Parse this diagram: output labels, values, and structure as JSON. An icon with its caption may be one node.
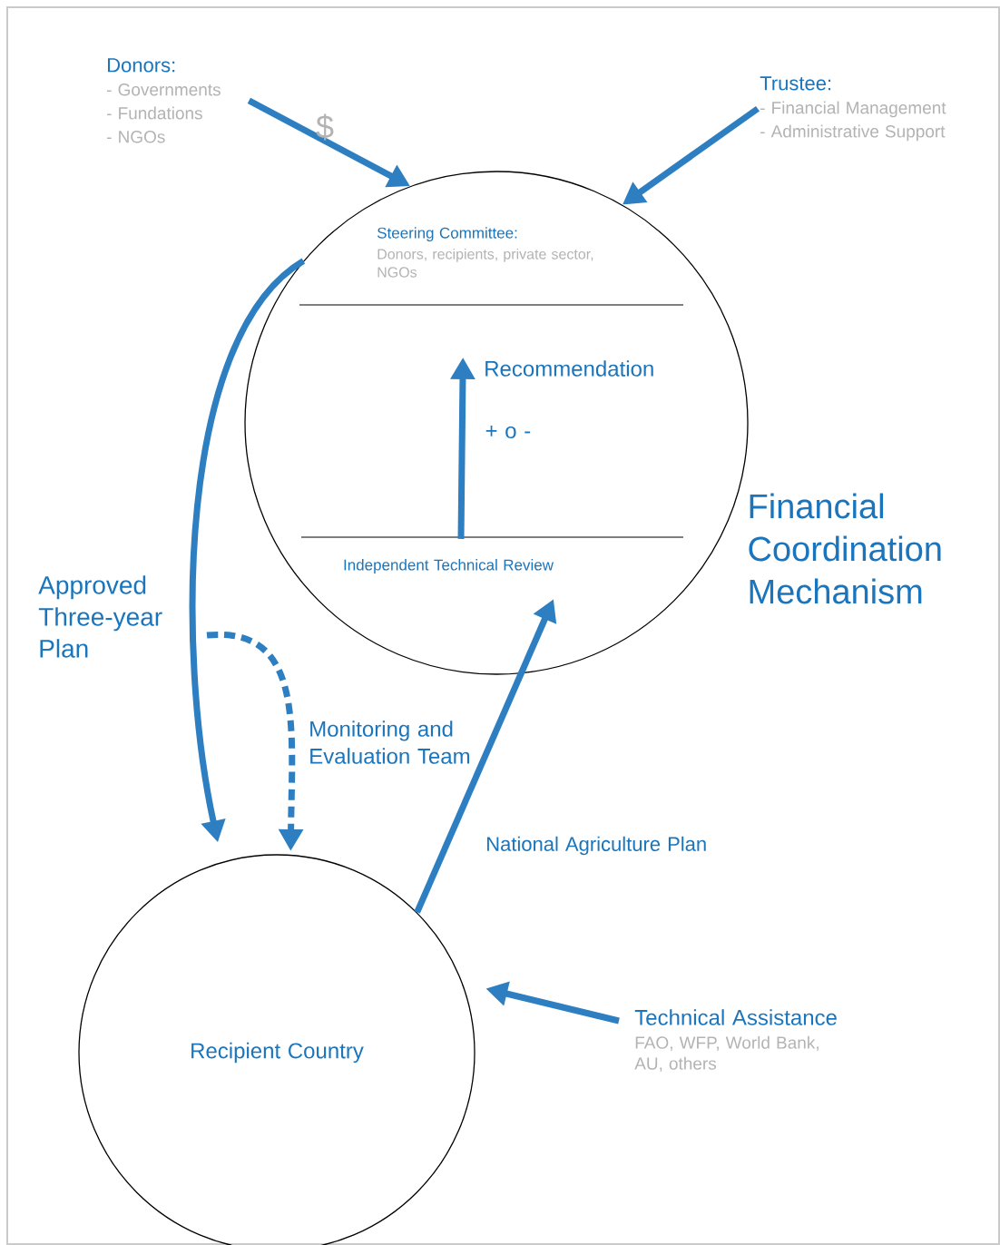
{
  "diagram": {
    "nodes": [
      {
        "text": [
          "Donors:",
          "- Governments",
          "- Fundations",
          "- NGOs"
        ]
      },
      {
        "text": [
          "Trustee:",
          "- Financial Management",
          "- Administrative Support"
        ]
      },
      {
        "text": [],
        "shape": "circle",
        "beside": [
          "Financial Coordination Mechanism"
        ]
      },
      {
        "text": [
          "Steering Committee:",
          "Donors, recipients, private sector, NGOs"
        ],
        "in": 2
      },
      {
        "text": [
          "Independent Technical Review"
        ],
        "in": 2
      },
      {
        "text": [
          "Recipient Country"
        ]
      },
      {
        "text": [
          "Technical Assistance",
          "FAO, WFP, World Bank, AU, others"
        ]
      }
    ],
    "edges": [
      {
        "from": 0,
        "to": 2,
        "arrow": "to",
        "label": "$"
      },
      {
        "from": 1,
        "to": 2,
        "arrow": "to"
      },
      {
        "from": 2,
        "to": 5,
        "arrow": "to",
        "label": "Approved Three-year Plan"
      },
      {
        "from": null,
        "to": 5,
        "arrow": "to",
        "style": "dashed",
        "label": "Monitoring and Evaluation Team"
      },
      {
        "from": 5,
        "to": 4,
        "arrow": "to",
        "label": "National Agriculture Plan"
      },
      {
        "from": 6,
        "to": 5,
        "arrow": "to"
      },
      {
        "from": 4,
        "to": 3,
        "arrow": "to",
        "label": "Recommendation"
      }
    ],
    "labels": [
      "+ o -"
    ]
  }
}
